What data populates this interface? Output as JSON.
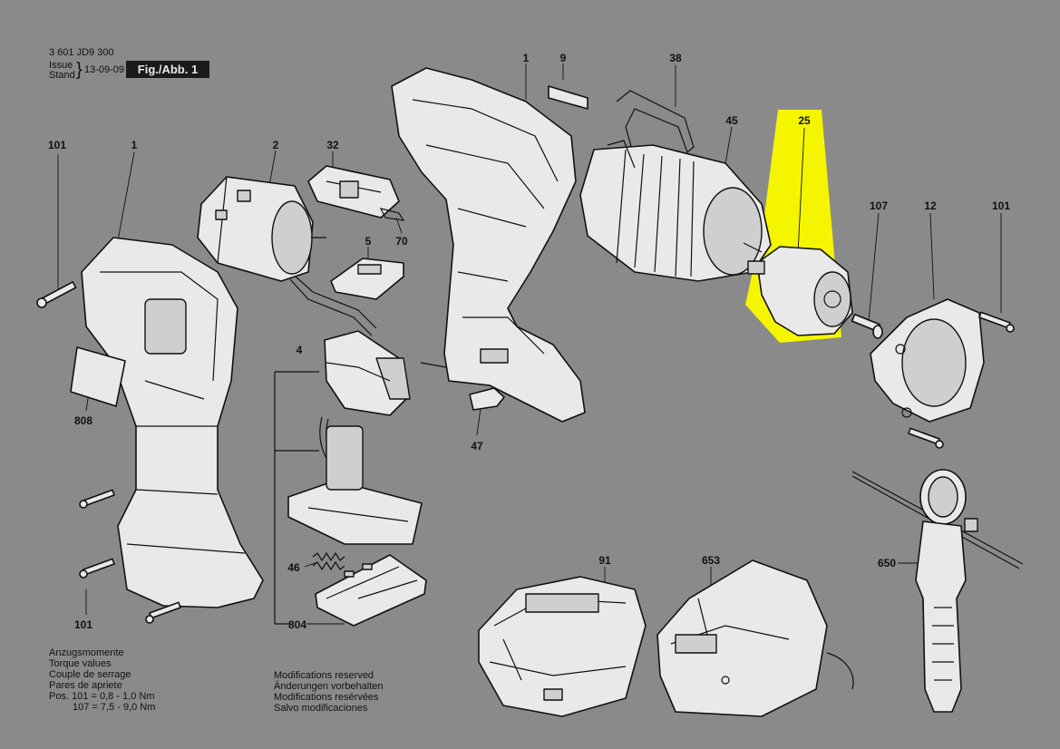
{
  "header": {
    "doc_number": "3 601 JD9 300",
    "issue_label_1": "Issue",
    "issue_label_2": "Stand",
    "date": "13-09-09",
    "figure_label": "Fig./Abb. 1"
  },
  "callouts": {
    "c101_top_left": "101",
    "c1_left": "1",
    "c2": "2",
    "c32": "32",
    "c5": "5",
    "c70": "70",
    "c4": "4",
    "c808": "808",
    "c101_bottom_left": "101",
    "c46": "46",
    "c804": "804",
    "c1_top": "1",
    "c9": "9",
    "c38": "38",
    "c45": "45",
    "c25": "25",
    "c47": "47",
    "c107": "107",
    "c12": "12",
    "c101_right": "101",
    "c91": "91",
    "c653": "653",
    "c650": "650"
  },
  "torque_notes": {
    "lines": [
      "Anzugsmomente",
      "Torque values",
      "Couple de serrage",
      "Pares de apriete"
    ],
    "pos_101": "Pos.  101 =  0,8 - 1,0 Nm",
    "pos_107": "107 =  7,5 - 9,0 Nm"
  },
  "modifications": {
    "lines": [
      "Modifications reserved",
      "Änderungen vorbehalten",
      "Modifications resérvées",
      "Salvo modificaciones"
    ]
  },
  "colors": {
    "background": "#8a8a8a",
    "highlight": "#f5f500",
    "line": "#111111",
    "part_fill": "#e9e9e9"
  }
}
